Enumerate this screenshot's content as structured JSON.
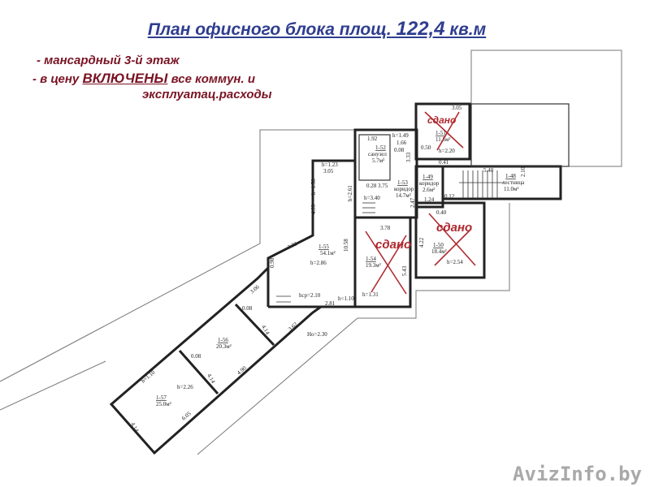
{
  "header": {
    "title_text": "План офисного блока площ.",
    "title_area": "122,4",
    "title_unit": "кв.м"
  },
  "notes": {
    "line1": "- мансардный 3-й этаж",
    "line2_prefix": "- в цену",
    "line2_emph": "ВКЛЮЧЕНЫ",
    "line2_suffix": "все коммун. и",
    "line3": "эксплуатац.расходы"
  },
  "rooms": [
    {
      "id": "1-55",
      "area": "54.1м²",
      "height": "h=2.86"
    },
    {
      "id": "1-52",
      "area": "5.7м²",
      "name": "санузел"
    },
    {
      "id": "1-53",
      "area": "14.7м²",
      "name": "коридор"
    },
    {
      "id": "1-54",
      "area": "19.3м²",
      "height": "h=1.31"
    },
    {
      "id": "1-49",
      "area": "2.6м²",
      "name": "коридор"
    },
    {
      "id": "1-51",
      "area": "11.5м²",
      "height": "h=2.20"
    },
    {
      "id": "1-48",
      "area": "11.0м²",
      "name": "лестница"
    },
    {
      "id": "1-50",
      "area": "18.4м²",
      "height": "h=2.54"
    },
    {
      "id": "1-56",
      "area": "20.3м²"
    },
    {
      "id": "1-57",
      "area": "25.0м²",
      "height": "h=2.26"
    }
  ],
  "dimensions": {
    "d1": "h=1.23",
    "d2": "3.05",
    "d3": "h=1.58",
    "d4": "4.93",
    "d5": "3.32",
    "d6": "10.58",
    "d7": "0.98",
    "d8": "hср=2.10",
    "d9": "2.81",
    "d10": "h<1.10",
    "d11": "h=2.61",
    "d12": "h=3.40",
    "d13": "1.92",
    "d14": "h=1.49",
    "d15": "1.66",
    "d16": "0.08",
    "d17": "0.28 3.75",
    "d18": "3.33",
    "d19": "2.47",
    "d20": "3.78",
    "d21": "5.43",
    "d22": "0.50",
    "d23": "0.41",
    "d24": "1.24",
    "d25": "0.12",
    "d26": "0.40",
    "d27": "4.22",
    "d28": "5.40",
    "d29": "2.10",
    "d30": "3.05",
    "d31": "3.06",
    "d32": "0.08",
    "d33": "4.14",
    "d34": "3.62",
    "d35": "Hо=2.30",
    "d36": "0.08",
    "d37": "4.14",
    "d38": "4.90",
    "d39": "h=1.10",
    "d40": "6.05",
    "d41": "4.14"
  },
  "stamps": {
    "rented_label": "сдано",
    "color": "#b02a30"
  },
  "colors": {
    "title": "#2e3d8f",
    "notes": "#7a1424"
  },
  "watermark": "AvizInfo.by"
}
